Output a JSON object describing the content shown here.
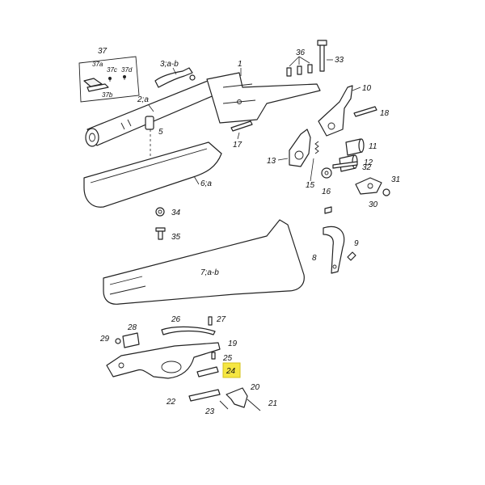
{
  "colors": {
    "highlight": "#f5e642",
    "line": "#222222",
    "background": "#ffffff"
  },
  "labels": {
    "p1": "1",
    "p2": "2;a",
    "p3": "3;a-b",
    "p5": "5",
    "p6": "6;a",
    "p7": "7;a-b",
    "p8": "8",
    "p9": "9",
    "p10": "10",
    "p11": "11",
    "p12": "12",
    "p13": "13",
    "p15": "15",
    "p16": "16",
    "p17": "17",
    "p18": "18",
    "p19": "19",
    "p20": "20",
    "p21": "21",
    "p22": "22",
    "p23": "23",
    "p24": "24",
    "p25": "25",
    "p26": "26",
    "p27": "27",
    "p28": "28",
    "p29": "29",
    "p30": "30",
    "p31": "31",
    "p32": "32",
    "p33": "33",
    "p34": "34",
    "p35": "35",
    "p36": "36",
    "p37": "37",
    "p37a": "37a",
    "p37b": "37b",
    "p37c": "37c",
    "p37d": "37d"
  },
  "highlighted_label": "24"
}
